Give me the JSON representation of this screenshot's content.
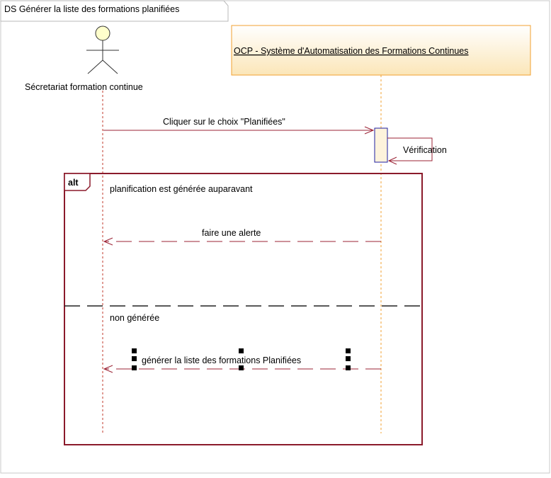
{
  "diagram": {
    "title": "DS Générer la liste des formations planifiées",
    "actor": {
      "label": "Sécretariat formation continue"
    },
    "system": {
      "label": "OCP - Système d'Automatisation des Formations Continues"
    },
    "messages": {
      "m1": "Cliquer sur le choix \"Planifiées\"",
      "self": "Vérification",
      "alert": "faire une alerte",
      "list": "générer la liste des formations Planifiées"
    },
    "fragment": {
      "operator": "alt",
      "guard1": "planification est générée auparavant",
      "guard2": "non générée"
    },
    "colors": {
      "lifeline": "#c0392b",
      "system_lifeline": "#f0a030",
      "message": "#9b2335",
      "fragment": "#8b1a2b",
      "system_fill": "#fdf3dc",
      "system_border": "#f0a030",
      "activation_border": "#1f1fa0",
      "actor_head_fill": "#ffffcc"
    }
  }
}
